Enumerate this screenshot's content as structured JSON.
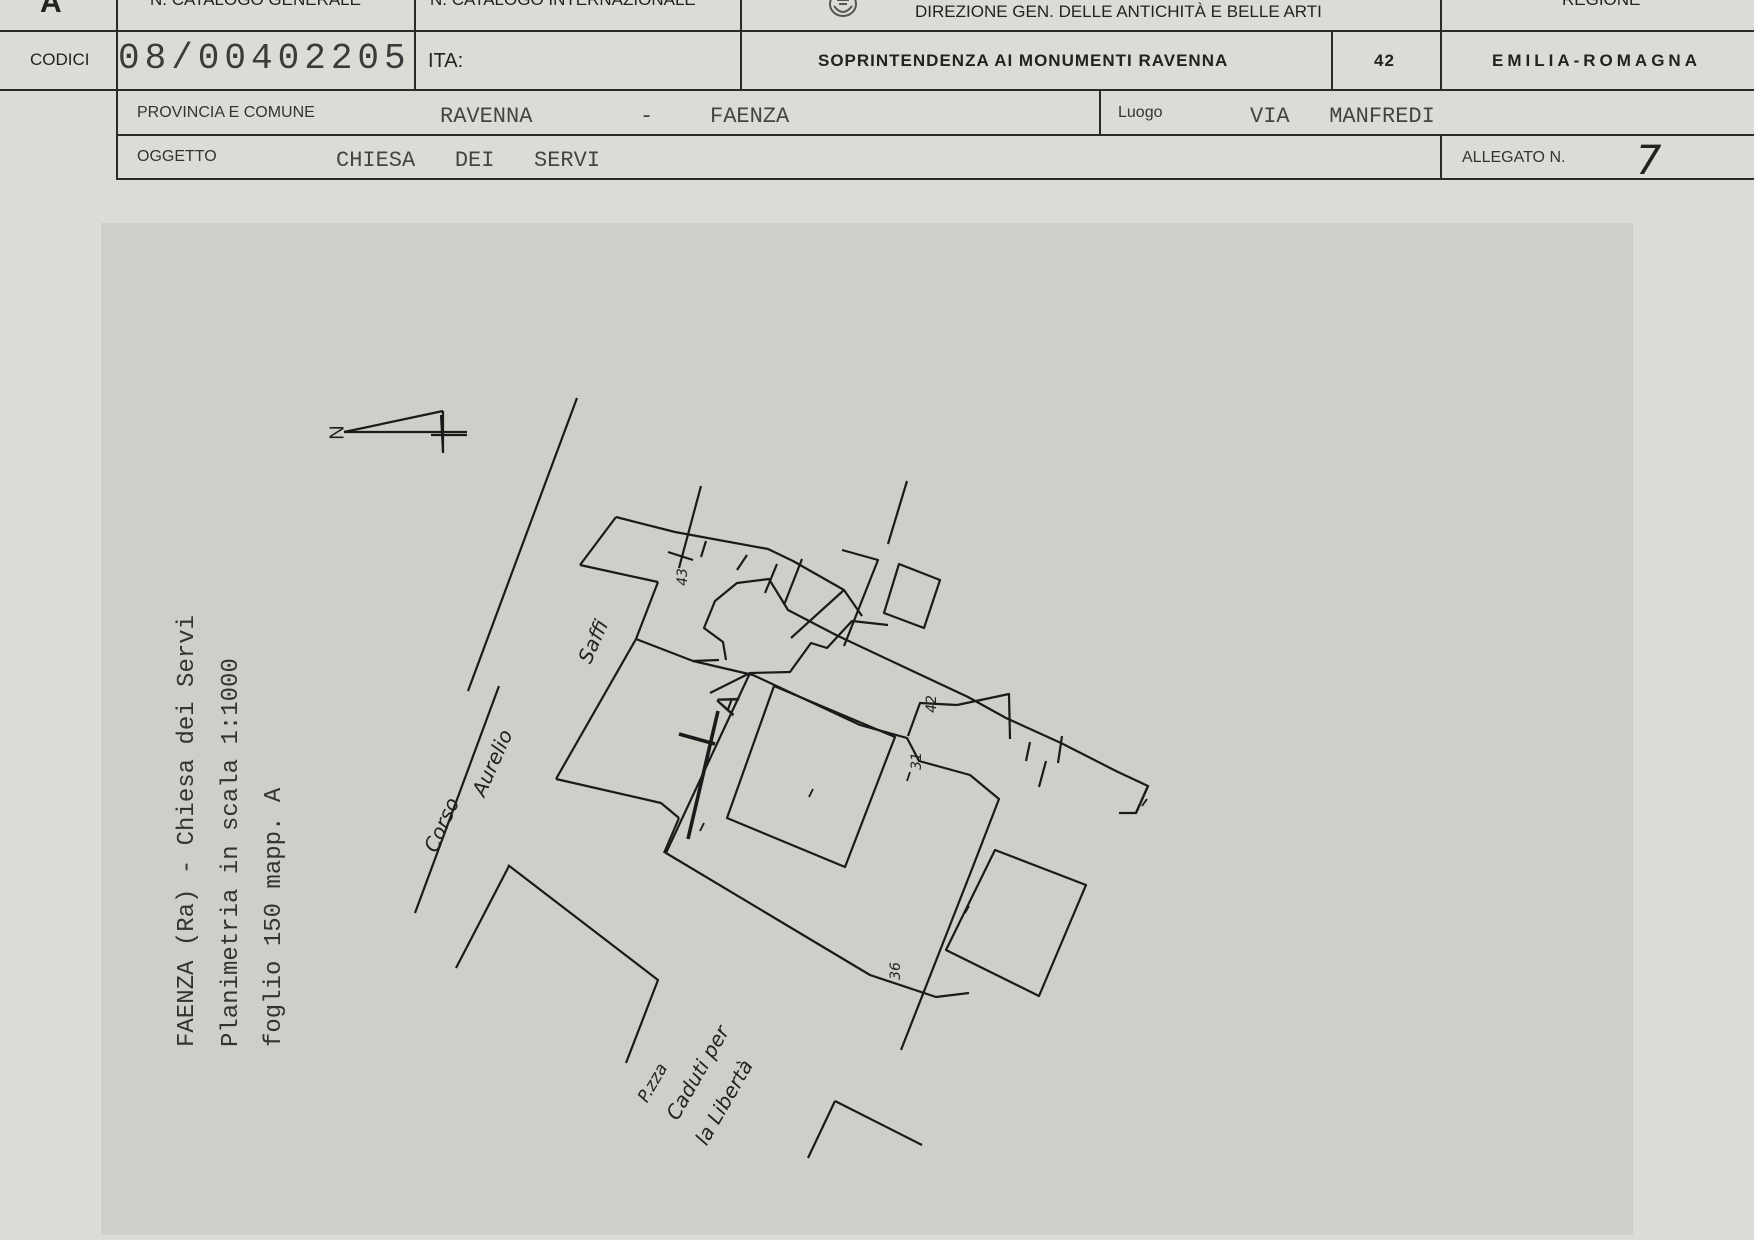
{
  "header": {
    "letter": "A",
    "catalogo_generale_label": "N. CATALOGO GENERALE",
    "catalogo_internazionale_label": "N. CATALOGO INTERNAZIONALE",
    "ministero_label": "DIREZIONE GEN. DELLE ANTICHITÀ E BELLE ARTI",
    "regione_label": "REGIONE"
  },
  "codici": {
    "label": "CODICI",
    "code": "08/00402205",
    "ita_label": "ITA:",
    "soprintendenza": "SOPRINTENDENZA AI MONUMENTI RAVENNA",
    "number": "42",
    "regione": "EMILIA-ROMAGNA"
  },
  "provincia": {
    "label": "PROVINCIA E COMUNE",
    "provincia": "RAVENNA",
    "separator": "-",
    "comune": "FAENZA",
    "luogo_label": "Luogo",
    "luogo": "VIA   MANFREDI"
  },
  "oggetto": {
    "label": "OGGETTO",
    "value": "CHIESA   DEI   SERVI",
    "allegato_label": "ALLEGATO N.",
    "allegato_value": "7"
  },
  "plan": {
    "caption_lines": [
      "FAENZA (Ra) - Chiesa dei Servi",
      "Planimetria in scala 1:1000",
      "foglio 150 mapp. A"
    ],
    "north": "N",
    "parcel_a": "A",
    "street_corso": "Corso",
    "street_aurelio": "Aurelio",
    "street_saffi": "Saffi",
    "piazza_1": "P.zza",
    "piazza_2": "Caduti per",
    "piazza_3": "la Libertà",
    "parcels": [
      "43",
      "42",
      "31",
      "36"
    ]
  }
}
